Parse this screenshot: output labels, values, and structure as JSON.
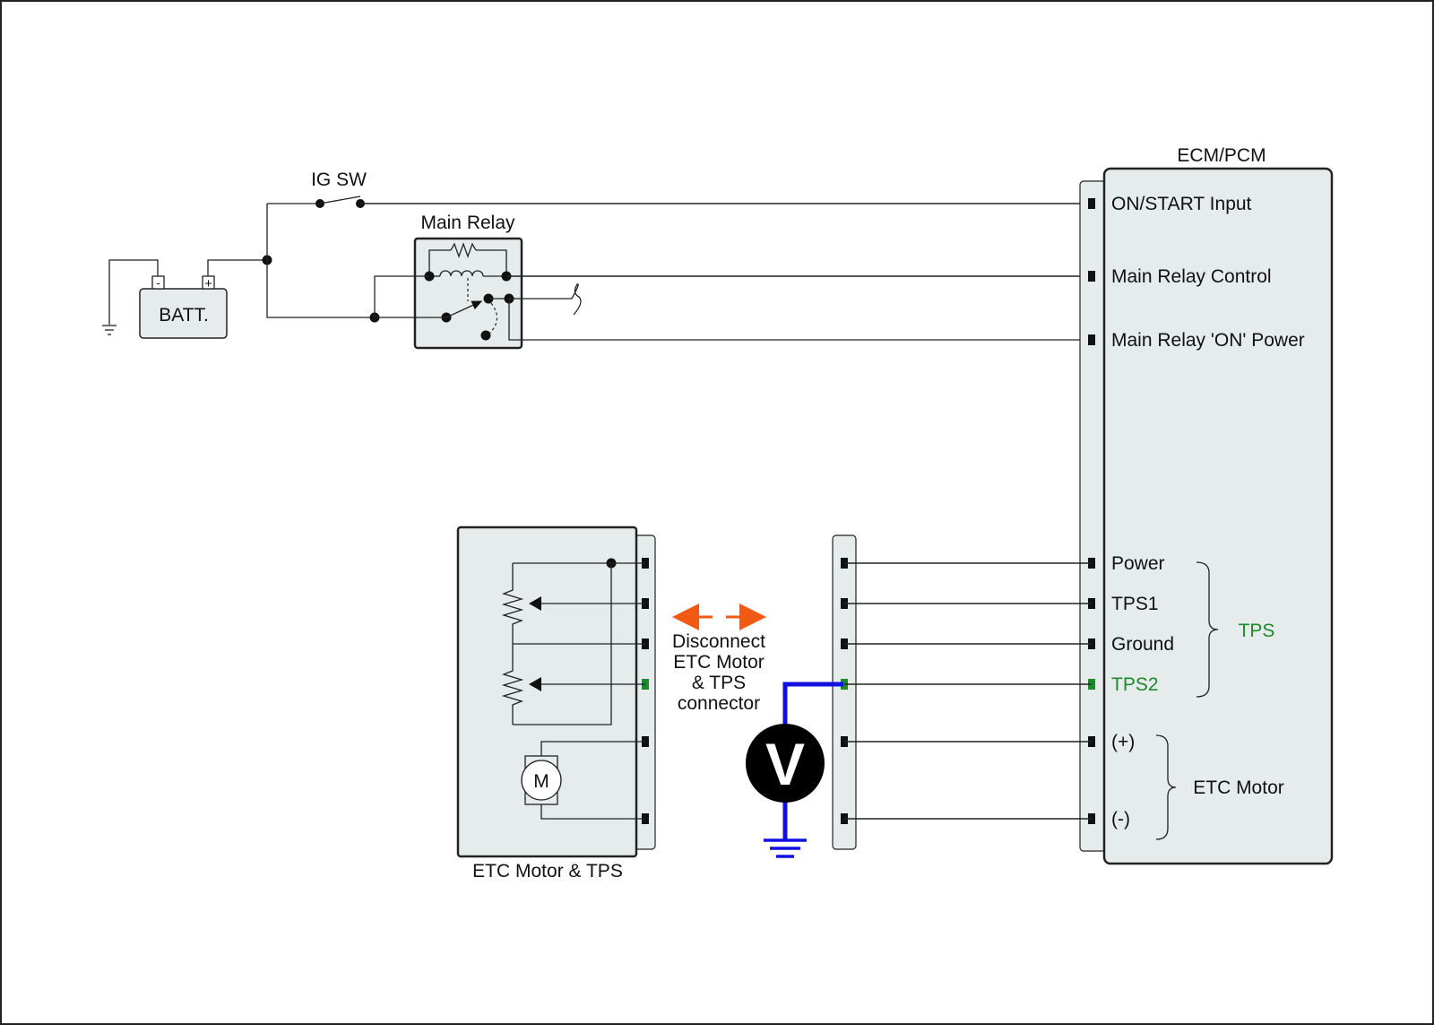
{
  "labels": {
    "ig_sw": "IG SW",
    "main_relay": "Main Relay",
    "batt": "BATT.",
    "ecm_title": "ECM/PCM",
    "etc_box_caption": "ETC Motor & TPS",
    "motor_symbol": "M",
    "voltmeter_symbol": "V",
    "disconnect_note": [
      "Disconnect",
      "ETC Motor",
      "& TPS",
      "connector"
    ],
    "batt_minus": "-",
    "batt_plus": "+"
  },
  "ecm_pins": [
    {
      "label": "ON/START Input",
      "highlight": false
    },
    {
      "label": "Main Relay Control",
      "highlight": false
    },
    {
      "label": "Main Relay 'ON' Power",
      "highlight": false
    },
    {
      "label": "Power",
      "highlight": false
    },
    {
      "label": "TPS1",
      "highlight": false
    },
    {
      "label": "Ground",
      "highlight": false
    },
    {
      "label": "TPS2",
      "highlight": true
    },
    {
      "label": "(+)",
      "highlight": false
    },
    {
      "label": "(-)",
      "highlight": false
    }
  ],
  "groups": {
    "tps": "TPS",
    "etc_motor": "ETC Motor"
  },
  "colors": {
    "highlight_green": "#1a8a2a",
    "probe_blue": "#1010e0",
    "arrow_orange": "#f05a12",
    "panel_fill": "#e6ecec"
  }
}
